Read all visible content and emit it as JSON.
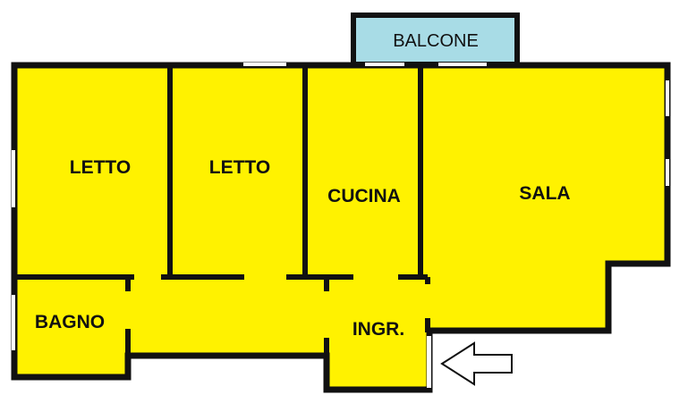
{
  "floor_plan": {
    "rooms": [
      {
        "id": "letto-1",
        "label": "LETTO"
      },
      {
        "id": "letto-2",
        "label": "LETTO"
      },
      {
        "id": "cucina",
        "label": "CUCINA"
      },
      {
        "id": "sala",
        "label": "SALA"
      },
      {
        "id": "bagno",
        "label": "BAGNO"
      },
      {
        "id": "ingresso",
        "label": "INGR."
      },
      {
        "id": "balcone",
        "label": "BALCONE"
      }
    ],
    "entrance_arrow_icon": "arrow-left-icon",
    "colors": {
      "room_fill": "#FFF200",
      "balcony_fill": "#A8DCE6",
      "wall": "#111111",
      "window": "#FFFFFF"
    }
  }
}
